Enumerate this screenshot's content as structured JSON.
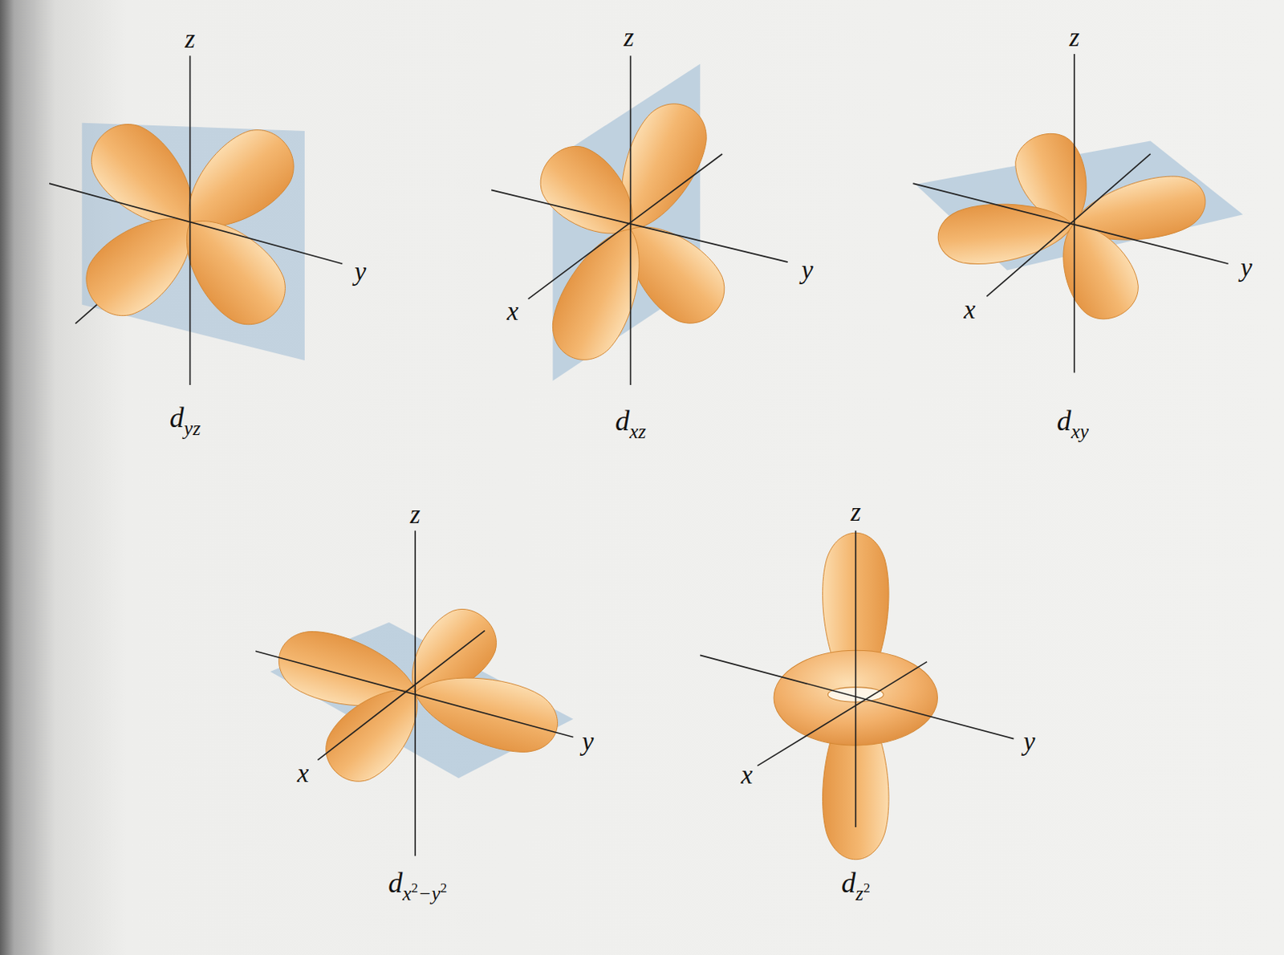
{
  "diagram": {
    "labels": [
      "z",
      "y",
      "d",
      "yz",
      "z",
      "x",
      "y",
      "d",
      "xz",
      "z",
      "x",
      "y",
      "d",
      "xy",
      "z",
      "x",
      "y",
      "d",
      "x",
      "2",
      "−",
      "y",
      "2",
      "z",
      "x",
      "y",
      "d",
      "z",
      "2"
    ]
  }
}
